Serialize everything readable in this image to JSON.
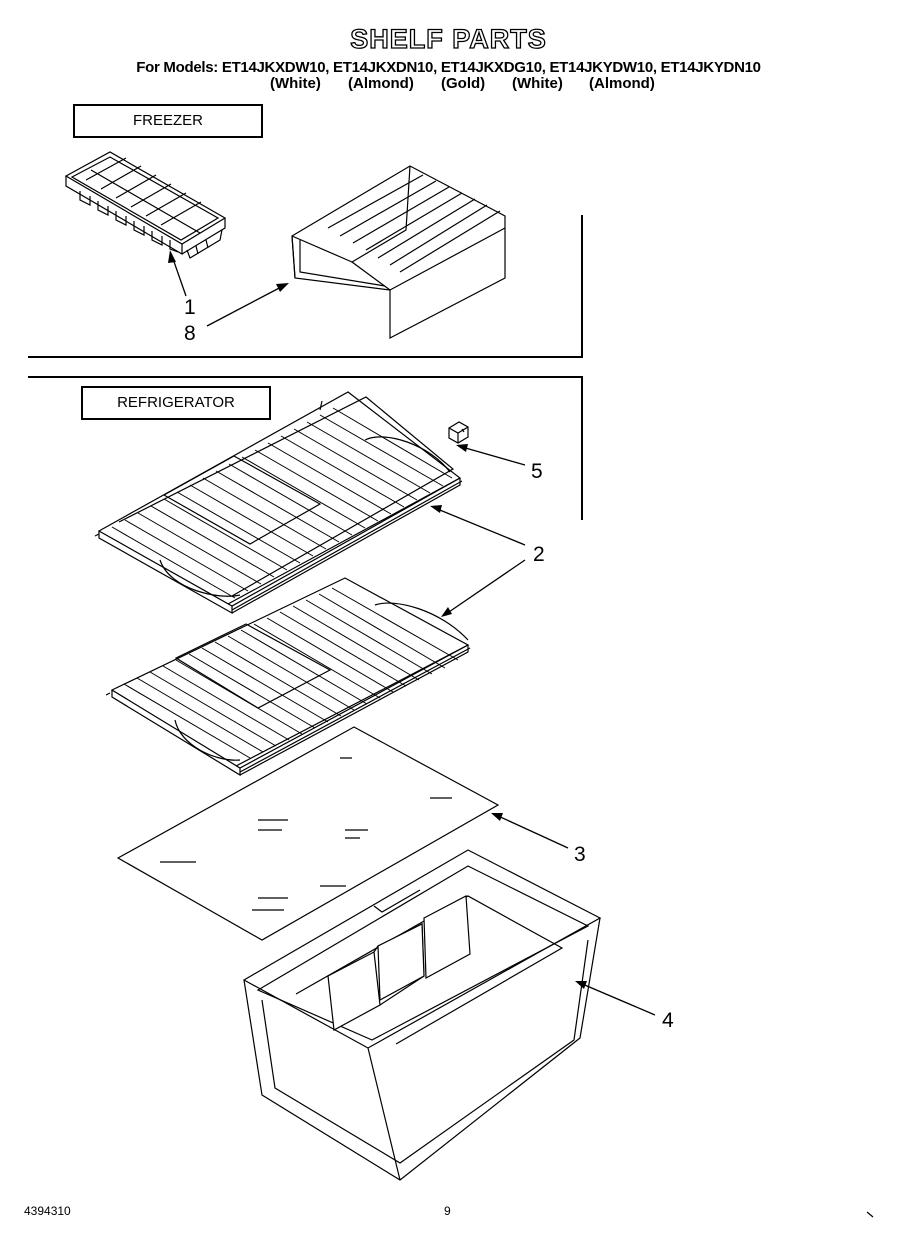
{
  "header": {
    "title": "SHELF PARTS",
    "models_line": "For Models: ET14JKXDW10, ET14JKXDN10, ET14JKXDG10, ET14JKYDW10, ET14JKYDN10",
    "colors": [
      "(White)",
      "(Almond)",
      "(Gold)",
      "(White)",
      "(Almond)"
    ]
  },
  "sections": {
    "freezer": "FREEZER",
    "refrigerator": "REFRIGERATOR"
  },
  "callouts": {
    "c1": "1",
    "c8": "8",
    "c5": "5",
    "c2": "2",
    "c3": "3",
    "c4": "4"
  },
  "footer": {
    "part_number": "4394310",
    "page_number": "9"
  }
}
